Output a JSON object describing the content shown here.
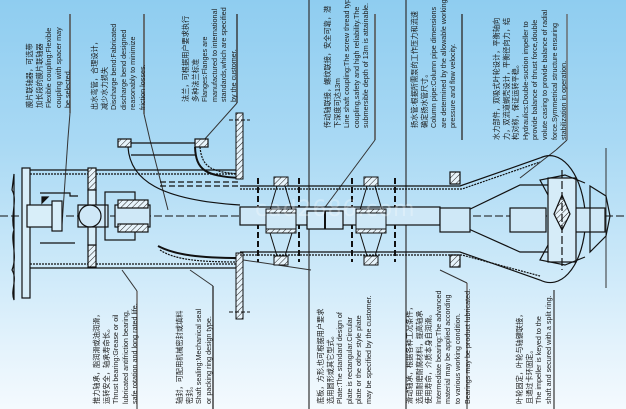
{
  "diagram": {
    "title": "Vertical mixed-flow / axial pump sectional drawing",
    "watermark": "cad2686.com",
    "colors": {
      "background_top": "#8fcdf0",
      "background_bottom": "#f4fafe",
      "line": "#1a1a1a"
    }
  },
  "annotations": {
    "top": [
      {
        "id": "flexible-coupling",
        "zh": [
          "膜片联轴器，可选带",
          "加长段的膜片联轴器"
        ],
        "en": [
          "Flexible coupling:Flexible",
          "coupling with spacer may",
          "be selected."
        ]
      },
      {
        "id": "discharge-bend",
        "zh": [
          "出水弯管，合理设计，",
          "减少水力损失"
        ],
        "en": [
          "Discharge bend:Fabricated",
          "discharge bend designed",
          "reasonably to minimize",
          "friction losses."
        ]
      },
      {
        "id": "flanges",
        "zh": [
          "法兰，可根据用户要求执行",
          "多种法兰标准"
        ],
        "en": [
          "Flanges:Flanges are",
          "manufactured to international",
          "standards,which are specified",
          "by the customer."
        ]
      },
      {
        "id": "line-shaft-coupling",
        "zh": [
          "传动轴联接，螺纹联接，安全可靠，潜",
          "下深度可达13m"
        ],
        "en": [
          "Line shaft coupling:The screw thread type",
          "coupling,safety and high reliability.The",
          "submersible depth of 13m is attainable."
        ]
      },
      {
        "id": "column-pipe",
        "zh": [
          "扬水管:根据所需泵的工作压力和流速",
          "确定扬水管尺寸。"
        ],
        "en": [
          "Column pipe:Column pipe dimensions",
          "are determined by the allowable working",
          "pressure and flow velocity."
        ]
      },
      {
        "id": "hydraulics",
        "zh": [
          "水力部件，双吸式叶轮设计，平衡轴向",
          "力，双流道蜗壳设计，平衡径向力，结",
          "构对称，保证运转平稳。"
        ],
        "en": [
          "Hydraulics:Double-suction impeller to",
          "provide balance of thrust force,double",
          "volute casing to provide balance of radial",
          "force.Symmetrical structure ensuring",
          "stabilization in operation."
        ]
      }
    ],
    "bottom": [
      {
        "id": "thrust-bearing",
        "zh": [
          "推力轴承，脂润滑或油润滑，",
          "运转安全，轴承寿命长。"
        ],
        "en": [
          "Thrust bearing:Grease or oil",
          "lubricated antifriction bearing,",
          "safe rotation and long rated life."
        ]
      },
      {
        "id": "shaft-sealing",
        "zh": [
          "轴封，可配用机械密封或填料",
          "密封。"
        ],
        "en": [
          "Shaft sealing:Mechanical seal",
          "or packing ring design type."
        ]
      },
      {
        "id": "plate",
        "zh": [
          "底板，方形,也可根据用户要求",
          "选用圆形或其它型式。"
        ],
        "en": [
          "Plate:The standard design of",
          "plate is rectangular.Circular",
          "plate or the other style plate",
          "may be specified by the customer."
        ]
      },
      {
        "id": "intermediate-bearing",
        "zh": [
          "滑动轴承，根据各种工况条件，",
          "选用耐磨耐腐材料，提高轴承",
          "使用寿命，介质本身自润滑。"
        ],
        "en": [
          "Intermediate bearing:The advanced",
          "material may be applied according",
          "to various working condition.",
          "Bearings may be product lubricated."
        ]
      },
      {
        "id": "impeller",
        "zh": [
          "叶轮固定，叶轮与轴键联接，",
          "且通过卡环固定。"
        ],
        "en": [
          "The impeller is keyed to the",
          "shaft and secured with a split ring."
        ]
      }
    ]
  }
}
